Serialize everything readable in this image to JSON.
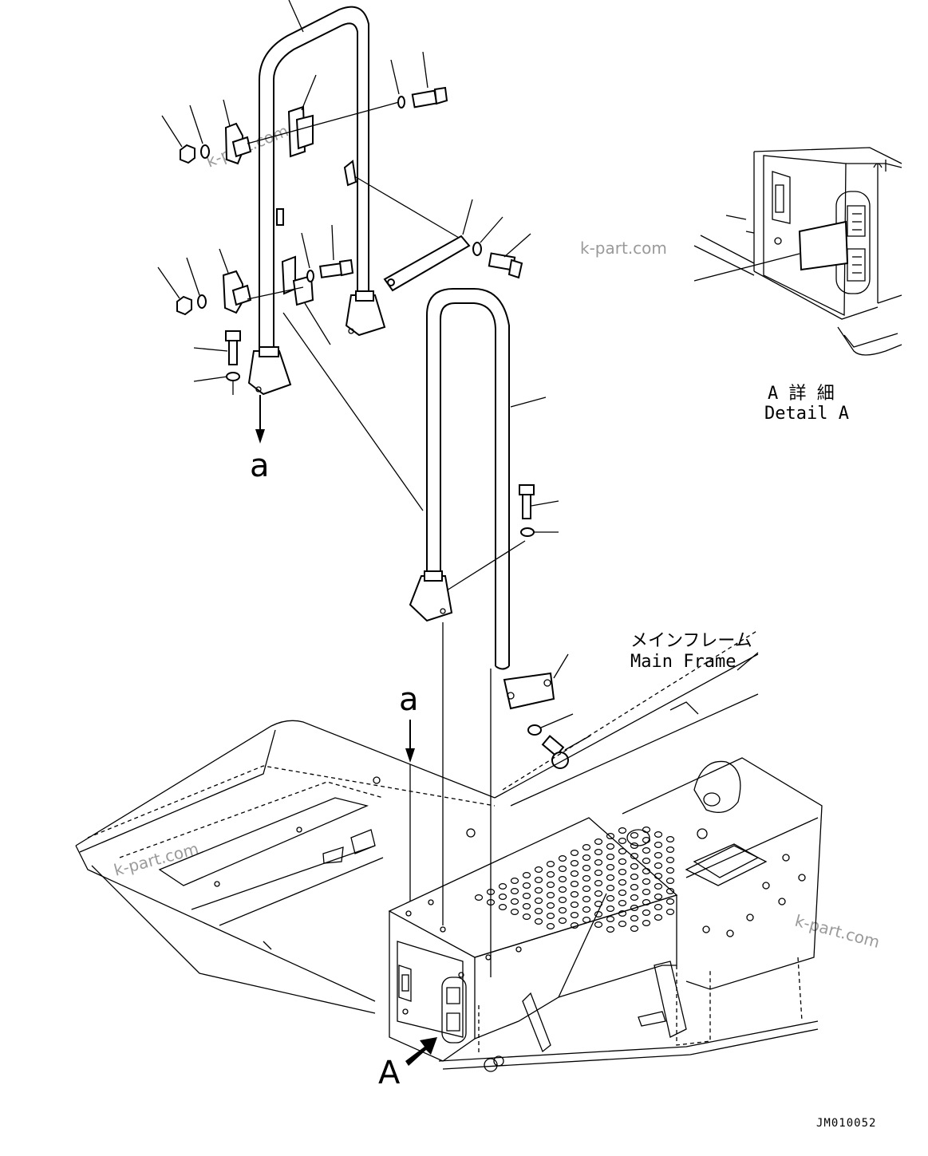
{
  "figure": {
    "drawing_number": "JM010052",
    "watermark": "k-part.com",
    "view_arrow_label": "a",
    "detail_marker": "A",
    "detail": {
      "title_jp": "A 詳 細",
      "title_en": "Detail A"
    },
    "main_frame": {
      "label_jp": "メインフレーム",
      "label_en": "Main Frame"
    }
  },
  "icons": {
    "view_arrow": "arrow-down-icon",
    "detail_arrow": "solid-arrow-icon"
  },
  "colors": {
    "line": "#000000",
    "background": "#ffffff",
    "watermark": "#9a9a9a"
  }
}
